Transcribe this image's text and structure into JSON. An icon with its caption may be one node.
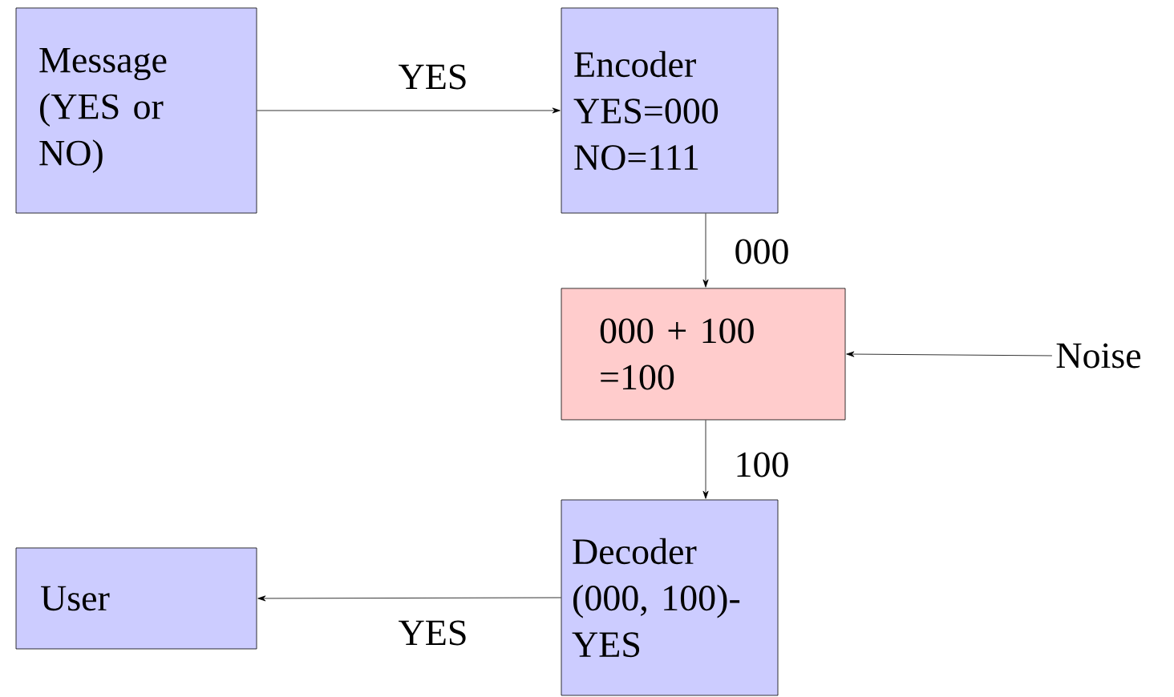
{
  "diagram": {
    "nodes": [
      {
        "text": [
          "Message (YES or NO)"
        ]
      },
      {
        "text": [
          "Encoder YES=000 NO=111"
        ]
      },
      {
        "text": [
          "000 + 100 =100"
        ]
      },
      {
        "text": [
          "Noise"
        ]
      },
      {
        "text": [
          "Decoder (000, 100)-YES"
        ]
      },
      {
        "text": [
          "User"
        ]
      }
    ],
    "edges": [
      {
        "from": 0,
        "to": 1,
        "arrow": "to",
        "label": "YES"
      },
      {
        "from": 1,
        "to": 2,
        "arrow": "to",
        "label": "000"
      },
      {
        "from": 3,
        "to": 2,
        "arrow": "to"
      },
      {
        "from": 2,
        "to": 4,
        "arrow": "to",
        "label": "100"
      },
      {
        "from": 4,
        "to": 5,
        "arrow": "to",
        "label": "YES"
      }
    ]
  }
}
